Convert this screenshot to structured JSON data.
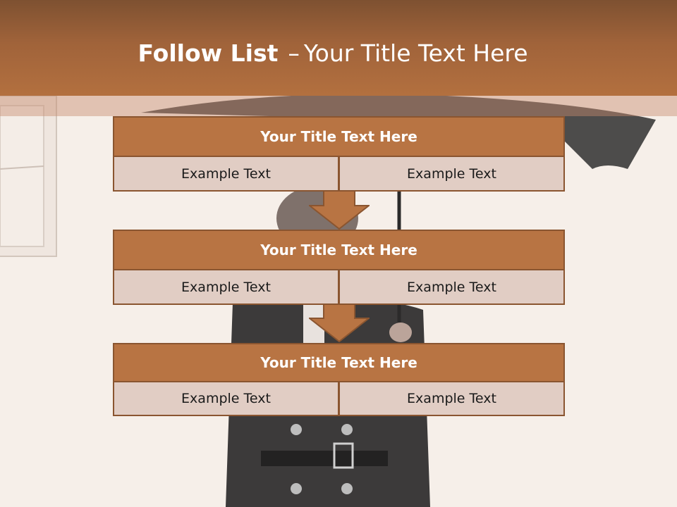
{
  "slide": {
    "title_bold": "Follow List",
    "title_separator": "–",
    "title_rest": "Your Title Text Here"
  },
  "steps": [
    {
      "title": "Your Title Text Here",
      "cells": [
        "Example Text",
        "Example Text"
      ]
    },
    {
      "title": "Your Title Text Here",
      "cells": [
        "Example Text",
        "Example Text"
      ]
    },
    {
      "title": "Your Title Text Here",
      "cells": [
        "Example Text",
        "Example Text"
      ]
    }
  ],
  "colors": {
    "header": "#a0633a",
    "box_title": "#b87443",
    "box_cell": "#e1cdc4",
    "arrow": "#b87443",
    "border": "#8a5530"
  }
}
